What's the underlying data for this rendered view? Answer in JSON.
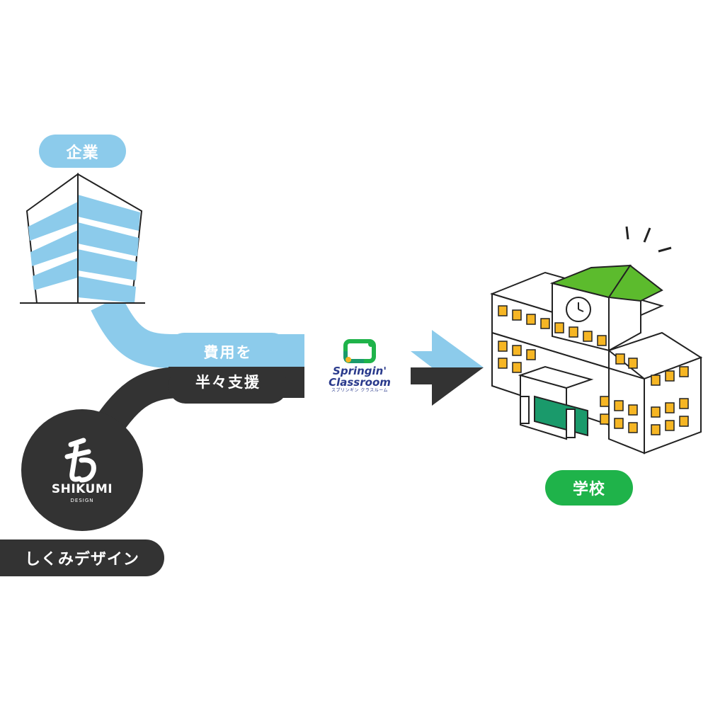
{
  "labels": {
    "company": "企業",
    "support_top": "費用を",
    "support_bottom": "半々支援",
    "school": "学校",
    "shikumi": "しくみデザイン"
  },
  "shikumi_logo": {
    "name": "SHIKUMI",
    "sub": "DESIGN"
  },
  "springin_logo": {
    "line1": "Springin'",
    "line2": "Classroom",
    "kana": "スプリンギン クラスルーム"
  },
  "colors": {
    "company_blue": "#8ccbeb",
    "shikumi_dark": "#333333",
    "school_green": "#1fb34a",
    "window_yellow": "#f6b624",
    "roof_green": "#5cbb2d"
  },
  "icons": {
    "company": "office-building-icon",
    "school": "school-building-icon",
    "shikumi": "shikumi-design-logo",
    "springin": "springin-classroom-logo"
  }
}
